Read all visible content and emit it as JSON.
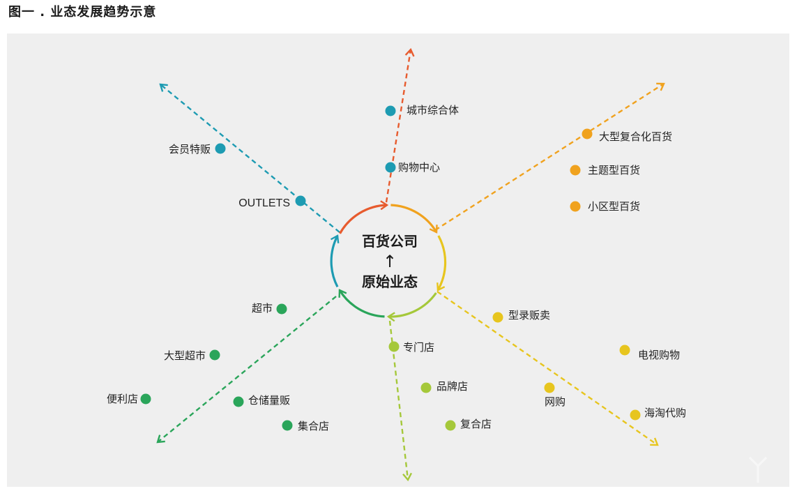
{
  "figure_title": "图一 . 业态发展趋势示意",
  "center": {
    "top": "百货公司",
    "arrow": "↑",
    "bottom": "原始业态"
  },
  "colors": {
    "teal": "#1d9bb2",
    "red": "#e75b2e",
    "orange": "#f0a21e",
    "yellow": "#e7c51e",
    "lime": "#a5c83a",
    "green": "#2aa55a",
    "panel": "#efefef"
  },
  "branches": {
    "teal": {
      "items": [
        {
          "label": "会员特贩"
        },
        {
          "label": "OUTLETS"
        }
      ]
    },
    "red": {
      "items": [
        {
          "label": "城市综合体"
        },
        {
          "label": "购物中心"
        }
      ]
    },
    "orange": {
      "items": [
        {
          "label": "大型复合化百货"
        },
        {
          "label": "主题型百货"
        },
        {
          "label": "小区型百货"
        }
      ]
    },
    "yellow": {
      "items": [
        {
          "label": "型录贩卖"
        },
        {
          "label": "电视购物"
        },
        {
          "label": "网购"
        },
        {
          "label": "海淘代购"
        }
      ]
    },
    "lime": {
      "items": [
        {
          "label": "专门店"
        },
        {
          "label": "品牌店"
        },
        {
          "label": "复合店"
        }
      ]
    },
    "green": {
      "items": [
        {
          "label": "超市"
        },
        {
          "label": "大型超市"
        },
        {
          "label": "便利店"
        },
        {
          "label": "仓储量贩"
        },
        {
          "label": "集合店"
        }
      ]
    }
  }
}
